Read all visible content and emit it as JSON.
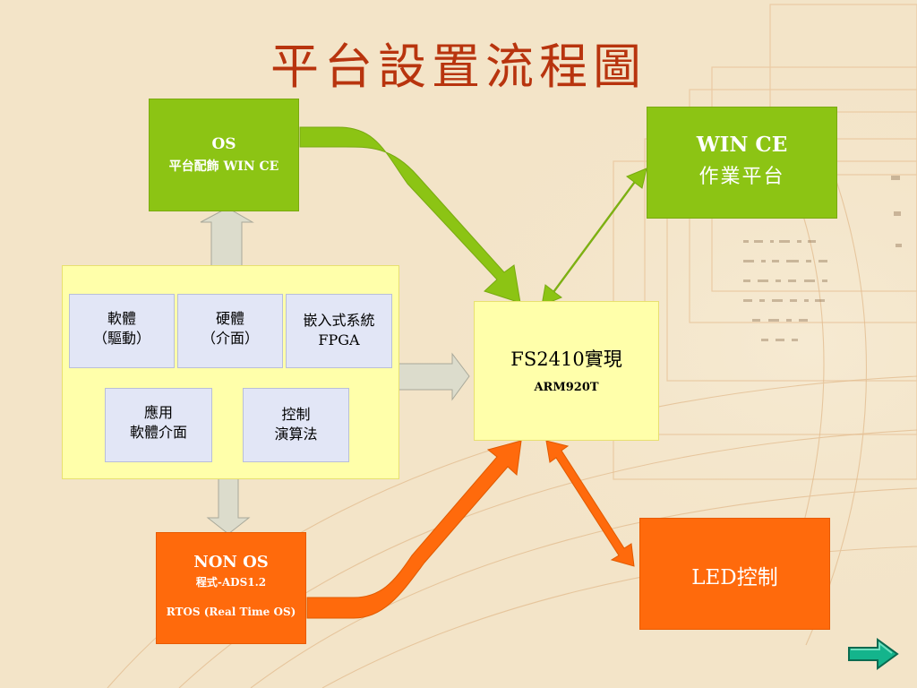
{
  "title": "平台設置流程圖",
  "os_box": {
    "line1": "OS",
    "line2": "平台配飾 WIN CE"
  },
  "wince_box": {
    "line1": "WIN CE",
    "line2": "作業平台"
  },
  "components": [
    {
      "line1": "軟體",
      "line2": "（驅動）"
    },
    {
      "line1": "硬體",
      "line2": "（介面）"
    },
    {
      "line1": "嵌入式系統",
      "line2": "FPGA"
    },
    {
      "line1": "應用",
      "line2": "軟體介面"
    },
    {
      "line1": "控制",
      "line2": "演算法"
    }
  ],
  "fs_box": {
    "line1": "FS2410實現",
    "line2": "ARM920T"
  },
  "nonos_box": {
    "line1": "NON OS",
    "line2": "程式-ADS1.2",
    "line3": "RTOS (Real Time OS)"
  },
  "led_box": {
    "label": "LED控制"
  },
  "colors": {
    "green": "#8cc414",
    "orange": "#ff6a0c",
    "yellow": "#ffffaa",
    "title": "#b8340e"
  },
  "icons": {
    "next": "next-arrow-icon"
  }
}
